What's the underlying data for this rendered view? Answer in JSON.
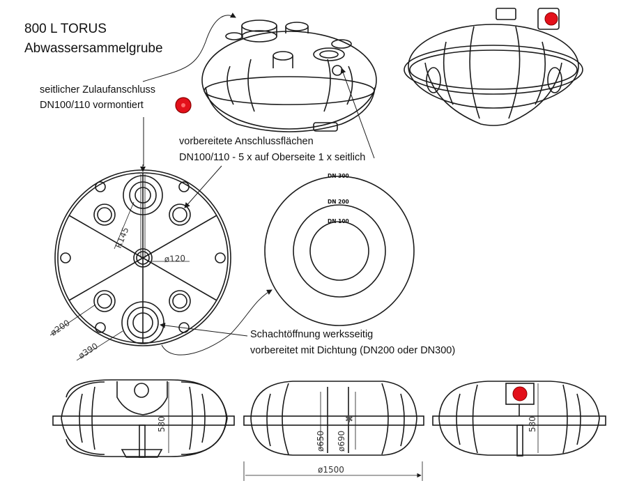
{
  "title": {
    "line1": "800 L TORUS",
    "line2": "Abwassersammelgrube"
  },
  "annotations": {
    "side_inlet_line1": "seitlicher Zulaufanschluss",
    "side_inlet_line2": "DN100/110 vormontiert",
    "prepared_line1": "vorbereitete Anschlussflächen",
    "prepared_line2": "DN100/110 - 5 x auf Oberseite 1 x seitlich",
    "shaft_line1": "Schachtöffnung werksseitig",
    "shaft_line2": "vorbereitet mit Dichtung (DN200 oder DN300)"
  },
  "dimensions": {
    "radius": "R145",
    "dia_120": "ø120",
    "dia_200": "ø200",
    "dia_390": "ø390",
    "dn300": "DN 300",
    "dn200": "DN 200",
    "dn100": "DN 100",
    "height_580_a": "580",
    "dia_650": "ø650",
    "dia_690": "ø690",
    "height_580_b": "580",
    "dia_1500": "ø1500"
  },
  "colors": {
    "inlet_marker": "#e3101a",
    "line": "#1a1a1a"
  }
}
